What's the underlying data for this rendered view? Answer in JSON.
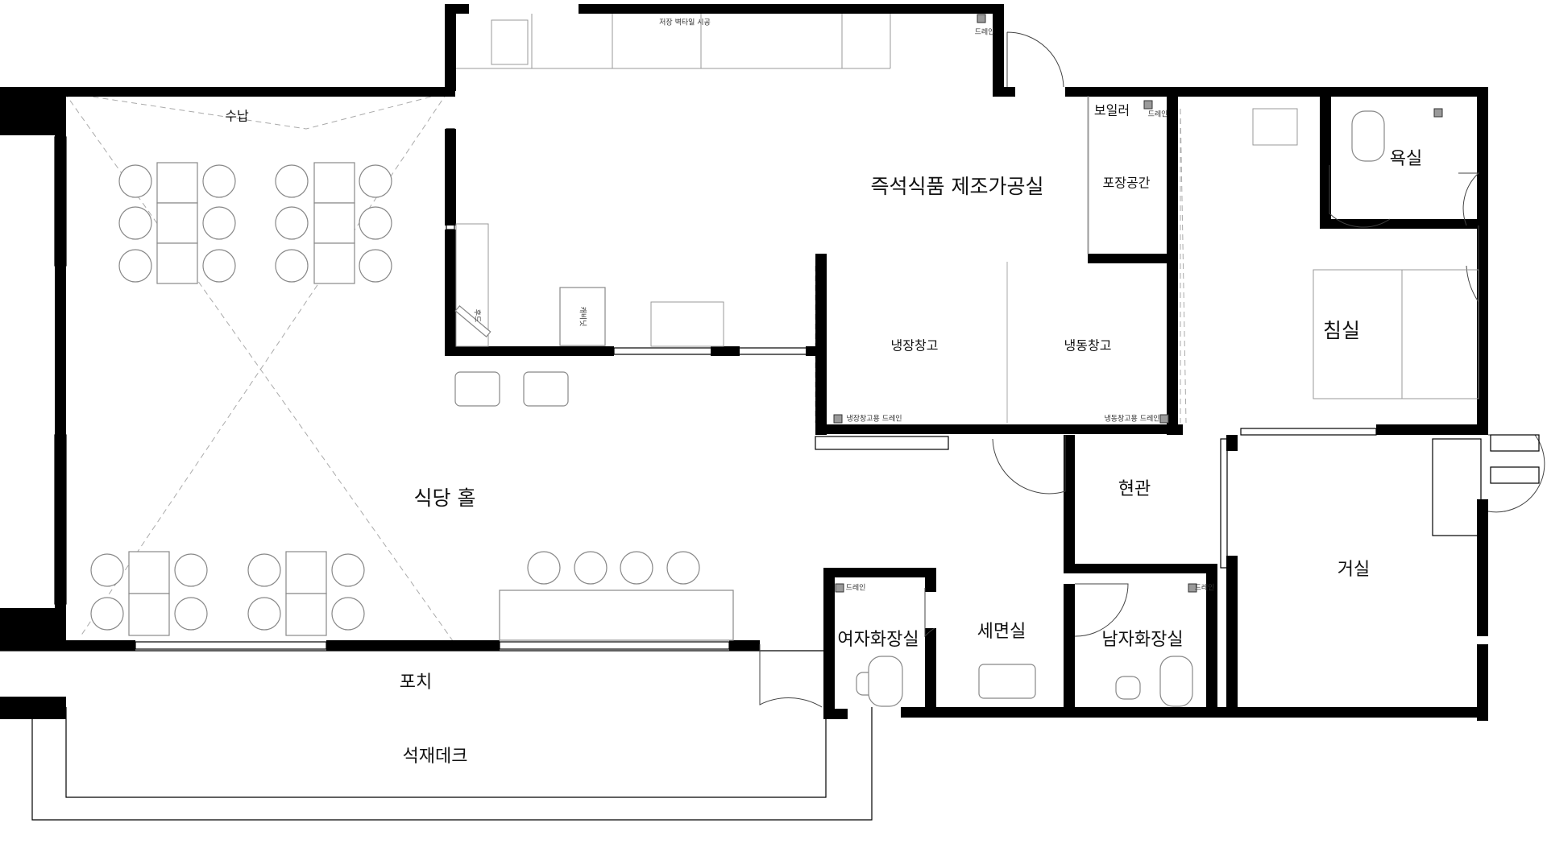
{
  "plan": {
    "rooms": {
      "hall": "식당 홀",
      "storage": "수납",
      "kitchen": "즉석식품 제조가공실",
      "boiler": "보일러",
      "packing": "포장공간",
      "cold_storage": "냉장창고",
      "freezer": "냉동창고",
      "bathroom": "욕실",
      "bedroom": "침실",
      "entrance": "현관",
      "living": "거실",
      "women_restroom": "여자화장실",
      "washroom": "세면실",
      "men_restroom": "남자화장실",
      "porch": "포치",
      "stone_deck": "석재데크"
    },
    "notes": {
      "drain": "드레인",
      "cold_drain": "냉장창고용 드레인",
      "freezer_drain": "냉동창고용 드레인",
      "kitchen_top_note": "저장 벽타일 시공",
      "cabinet": "캐비닛",
      "hood": "후드"
    }
  }
}
